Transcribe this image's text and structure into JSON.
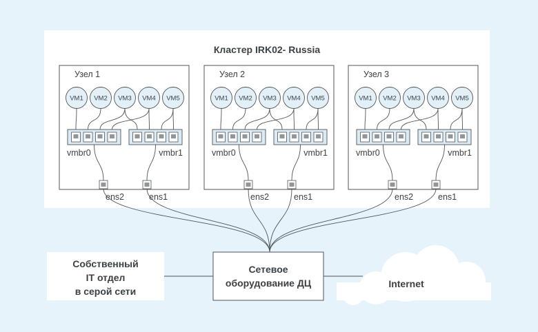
{
  "cluster": {
    "title": "Кластер IRK02- Russia"
  },
  "nodes": [
    {
      "label": "Узел 1",
      "vms": [
        "VM1",
        "VM2",
        "VM3",
        "VM4",
        "VM5"
      ],
      "bridges": [
        "vmbr0",
        "vmbr1"
      ],
      "ports": [
        "ens2",
        "ens1"
      ]
    },
    {
      "label": "Узел 2",
      "vms": [
        "VM1",
        "VM2",
        "VM3",
        "VM4",
        "VM5"
      ],
      "bridges": [
        "vmbr0",
        "vmbr1"
      ],
      "ports": [
        "ens2",
        "ens1"
      ]
    },
    {
      "label": "Узел 3",
      "vms": [
        "VM1",
        "VM2",
        "VM3",
        "VM4",
        "VM5"
      ],
      "bridges": [
        "vmbr0",
        "vmbr1"
      ],
      "ports": [
        "ens2",
        "ens1"
      ]
    }
  ],
  "it_dept": {
    "lines": [
      "Собственный",
      "IT отдел",
      "в серой сети"
    ]
  },
  "dc_equipment": {
    "lines": [
      "Сетевое",
      "оборудование ДЦ"
    ]
  },
  "internet": {
    "label": "Internet"
  },
  "colors": {
    "page_bg": "#e6f3fb",
    "panel_bg": "#ffffff",
    "vm_fill": "#e3f0f8",
    "bridge_fill": "#dceaf4",
    "line": "#4f5358",
    "text": "#3c4145"
  },
  "icons": {
    "switch_port": "switch-port-icon",
    "nic": "nic-port-icon",
    "cloud": "cloud-icon"
  }
}
